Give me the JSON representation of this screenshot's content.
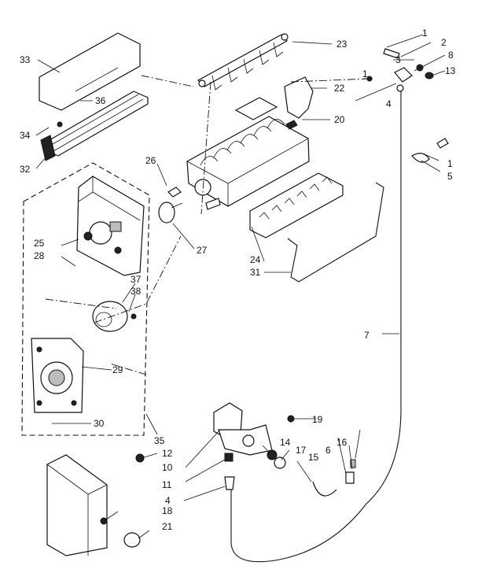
{
  "diagram": {
    "colors": {
      "ink": "#111111",
      "paper": "#ffffff"
    },
    "labels": [
      "1",
      "2",
      "3",
      "8",
      "13",
      "1",
      "4",
      "23",
      "22",
      "20",
      "33",
      "36",
      "34",
      "32",
      "26",
      "27",
      "25",
      "28",
      "24",
      "31",
      "37",
      "38",
      "1",
      "5",
      "7",
      "29",
      "30",
      "35",
      "19",
      "12",
      "10",
      "14",
      "17",
      "16",
      "6",
      "15",
      "11",
      "4",
      "18",
      "21"
    ]
  }
}
